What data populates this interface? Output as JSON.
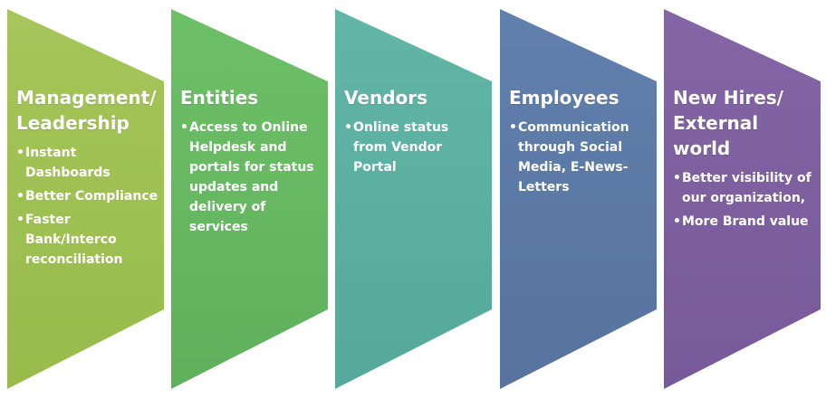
{
  "panels": [
    {
      "title": "Management/ Leadership",
      "bullets": [
        "Instant Dashboards",
        "Better Compliance",
        "Faster Bank/Interco reconciliation"
      ],
      "color_top": "#a6c55a",
      "color_bottom": "#98bb4c"
    },
    {
      "title": "Entities",
      "bullets": [
        "Access to Online Helpdesk and portals for status updates and delivery of services"
      ],
      "color_top": "#6dc067",
      "color_bottom": "#5fb05c"
    },
    {
      "title": "Vendors",
      "bullets": [
        "Online status  from Vendor Portal"
      ],
      "color_top": "#62b6a8",
      "color_bottom": "#55a99b"
    },
    {
      "title": "Employees",
      "bullets": [
        "Communication through Social Media, E-News-Letters"
      ],
      "color_top": "#6180ad",
      "color_bottom": "#57739f"
    },
    {
      "title": "New Hires/ External world",
      "bullets": [
        "Better visibility of our organization,",
        "More Brand value"
      ],
      "color_top": "#8465a6",
      "color_bottom": "#775a99"
    }
  ]
}
